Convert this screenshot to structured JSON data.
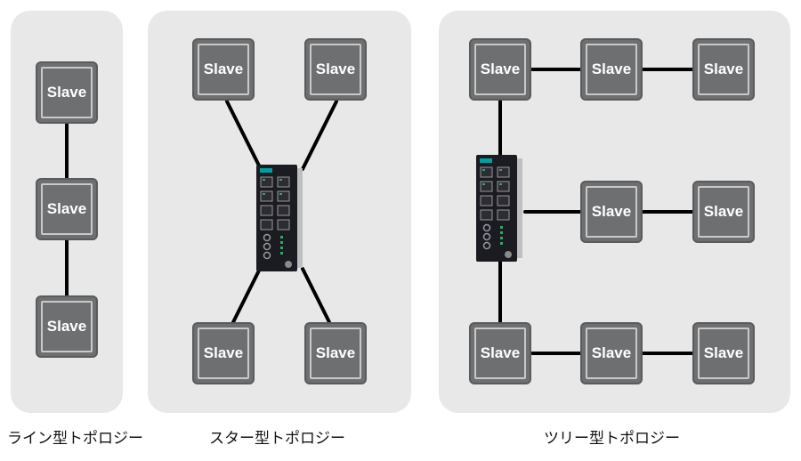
{
  "node_label": "Slave",
  "captions": {
    "line": "ライン型トポロジー",
    "star": "スター型トポロジー",
    "tree": "ツリー型トポロジー"
  },
  "colors": {
    "panel": "#e8e8e8",
    "node_fill": "#6e6f71",
    "node_inner_border": "#c9c9c9",
    "link": "#000000",
    "switch_body": "#1b1b22",
    "switch_rail": "#bfbfbf",
    "switch_logo": "#00a0a0"
  },
  "icons": {
    "switch": "industrial-ethernet-switch-icon"
  }
}
